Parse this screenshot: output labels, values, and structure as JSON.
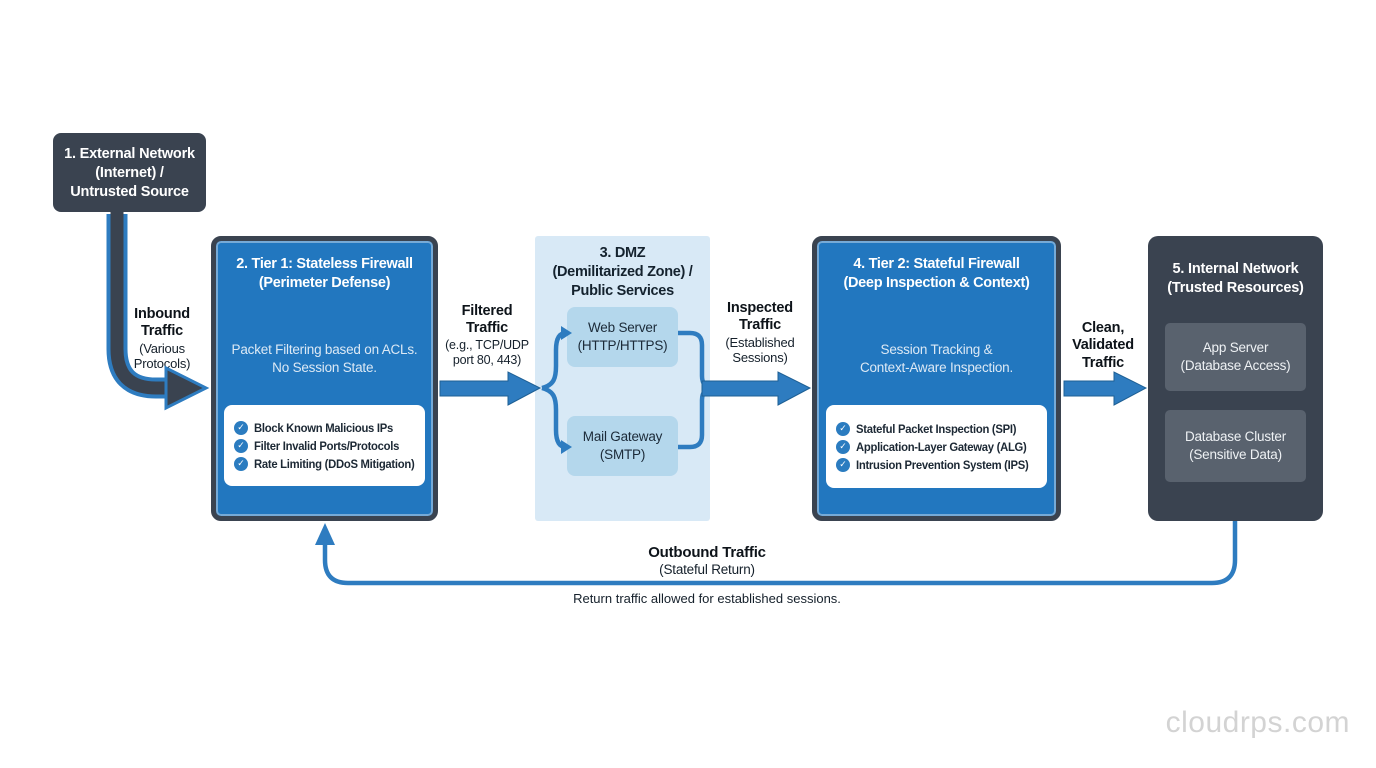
{
  "diagram": {
    "watermark": "cloudrps.com",
    "nodes": {
      "external": {
        "title": "1. External Network\n(Internet) /\nUntrusted Source"
      },
      "tier1": {
        "title": "2. Tier 1: Stateless Firewall\n(Perimeter Defense)",
        "subtitle": "Packet Filtering based on ACLs.\nNo Session State.",
        "checklist": [
          "Block Known Malicious IPs",
          "Filter Invalid Ports/Protocols",
          "Rate Limiting (DDoS Mitigation)"
        ]
      },
      "dmz": {
        "title": "3. DMZ\n(Demilitarized Zone) /\nPublic Services",
        "services": [
          "Web Server\n(HTTP/HTTPS)",
          "Mail Gateway\n(SMTP)"
        ]
      },
      "tier2": {
        "title": "4. Tier 2: Stateful Firewall\n(Deep Inspection & Context)",
        "subtitle": "Session Tracking &\nContext-Aware Inspection.",
        "checklist": [
          "Stateful Packet Inspection (SPI)",
          "Application-Layer Gateway (ALG)",
          "Intrusion Prevention System (IPS)"
        ]
      },
      "internal": {
        "title": "5. Internal Network\n(Trusted Resources)",
        "resources": [
          "App Server\n(Database Access)",
          "Database Cluster\n(Sensitive Data)"
        ]
      }
    },
    "edges": {
      "inbound": {
        "label": "Inbound\nTraffic",
        "sublabel": "(Various\nProtocols)"
      },
      "filtered": {
        "label": "Filtered\nTraffic",
        "sublabel": "(e.g., TCP/UDP\nport 80, 443)"
      },
      "inspected": {
        "label": "Inspected\nTraffic",
        "sublabel": "(Established\nSessions)"
      },
      "clean": {
        "label": "Clean,\nValidated\nTraffic"
      },
      "outbound": {
        "label": "Outbound Traffic",
        "sublabel": "(Stateful Return)",
        "note": "Return traffic allowed for established sessions."
      }
    },
    "colors": {
      "charcoal": "#3a4350",
      "firewall_blue": "#2277bf",
      "dmz_bg": "#d8e9f6",
      "dmz_item": "#b4d7ec",
      "arrow_blue": "#2e7cc0",
      "internal_item": "#59626e",
      "check_circle": "#2b7cc0"
    }
  }
}
